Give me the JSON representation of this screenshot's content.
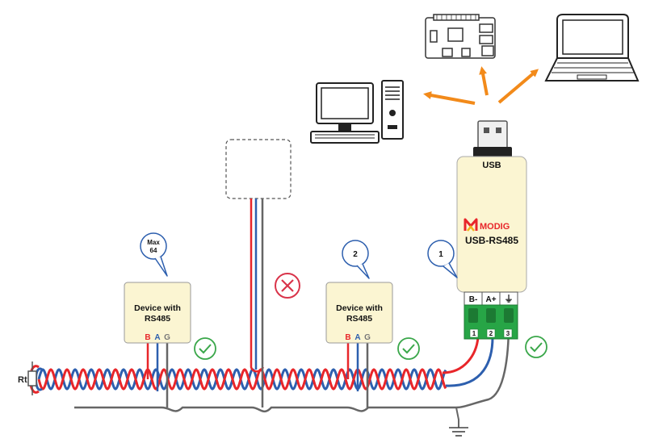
{
  "adapter": {
    "usb_label": "USB",
    "brand": "MODIG",
    "model": "USB-RS485",
    "terminals": [
      "B-",
      "A+",
      "⏚"
    ],
    "pin_numbers": [
      "1",
      "2",
      "3"
    ],
    "body_color": "#fbf5d2",
    "terminal_color": "#27a546"
  },
  "devices": [
    {
      "line1": "Device with",
      "line2": "RS485",
      "pins": [
        "B",
        "A",
        "G"
      ],
      "badge": [
        "Max",
        "64"
      ]
    },
    {
      "line1": "Device with",
      "line2": "RS485",
      "pins": [
        "B",
        "A",
        "G"
      ],
      "badge": [
        "2"
      ]
    }
  ],
  "adapter_badge": "1",
  "terminator_label": "Rt",
  "wire_colors": {
    "b": "#e8262a",
    "a": "#2d5fae",
    "g": "#666666",
    "ok": "#3aa74a",
    "bad": "#d9344a",
    "arrow": "#f28a1a"
  },
  "icons": [
    "raspberry-pi-icon",
    "laptop-icon",
    "desktop-computer-icon",
    "check-icon",
    "cross-icon",
    "ground-icon",
    "resistor-icon"
  ]
}
